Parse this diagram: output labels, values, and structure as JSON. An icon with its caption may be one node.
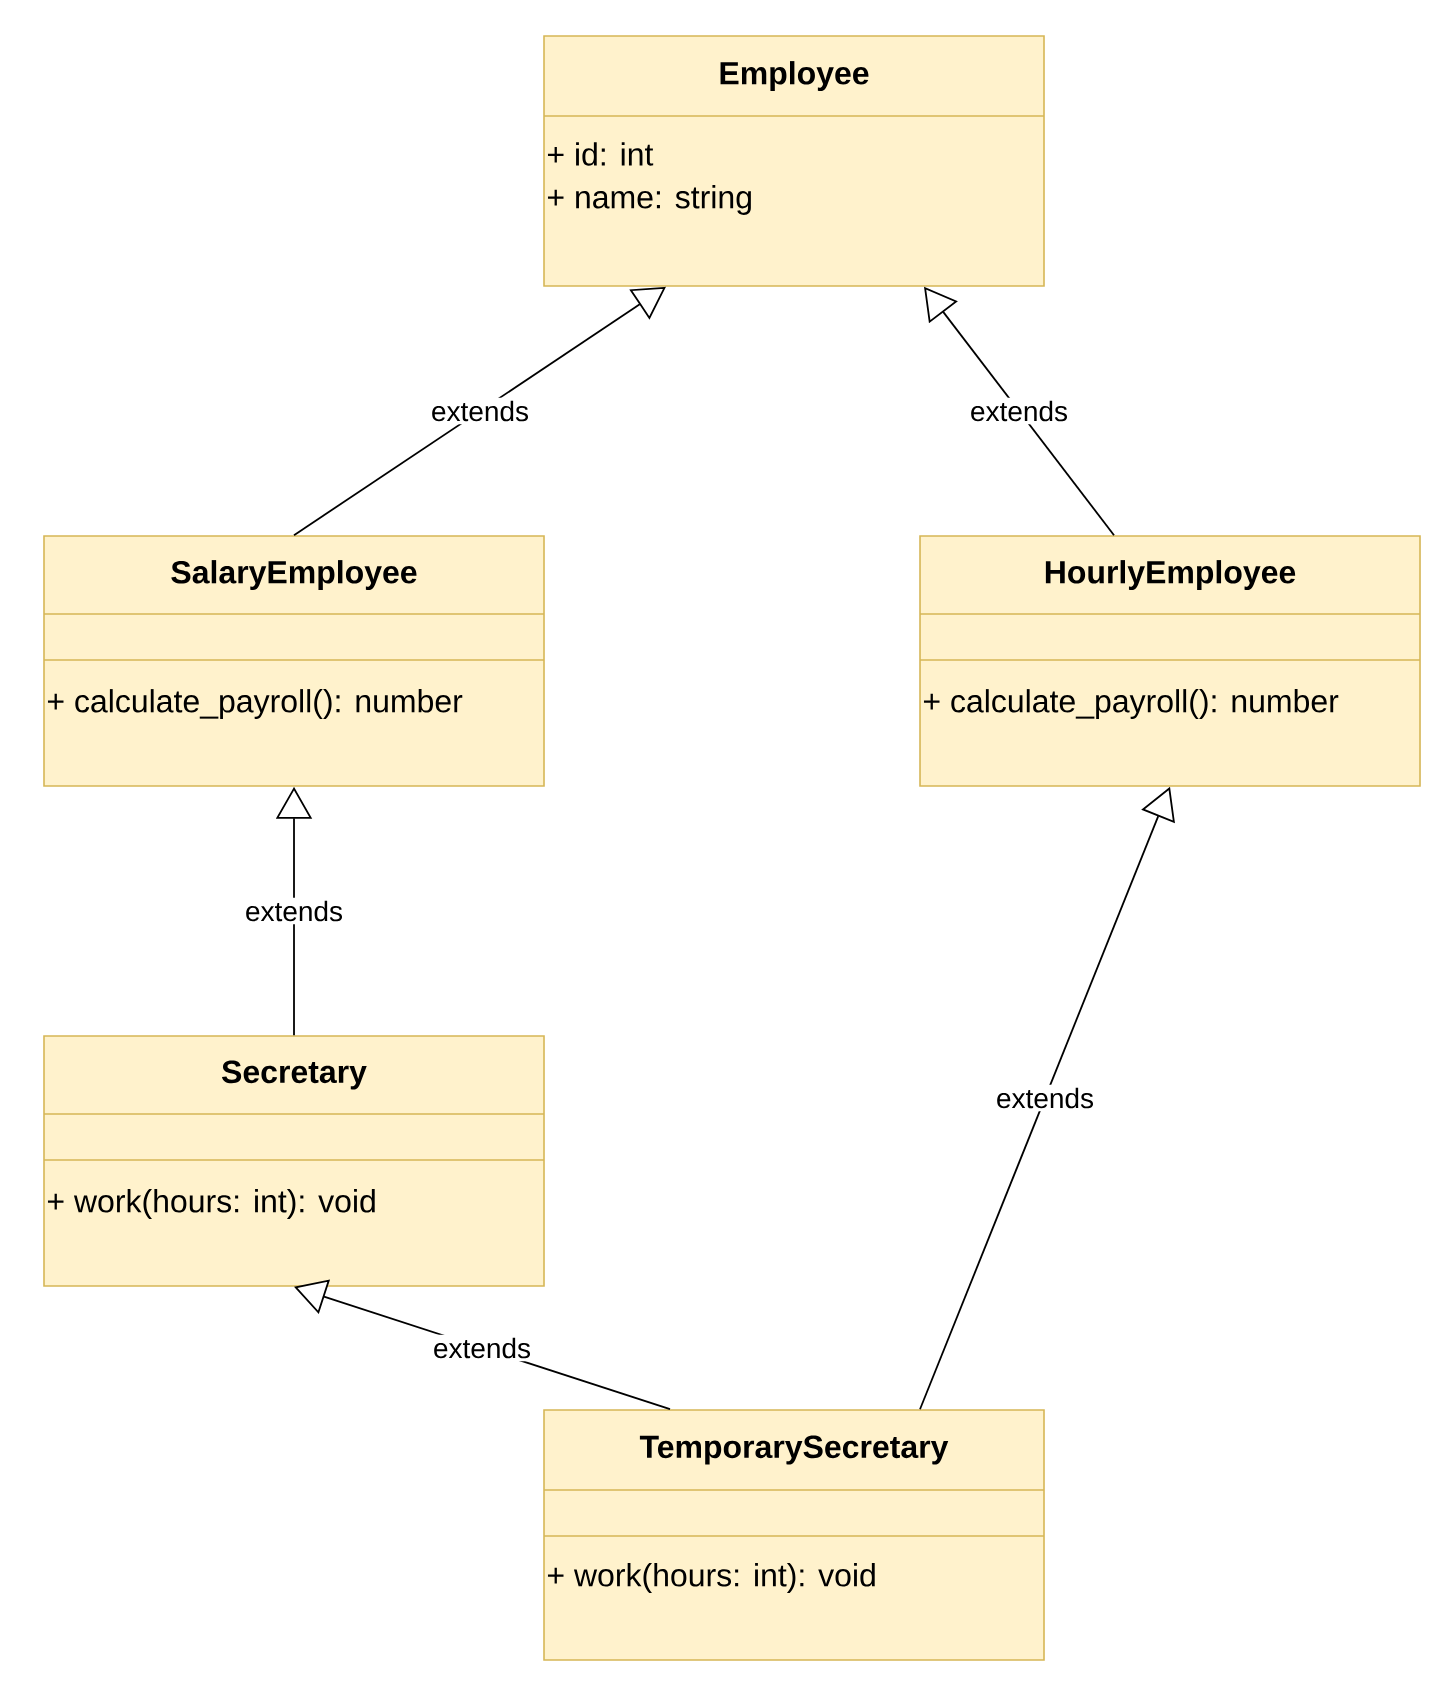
{
  "diagram": {
    "nodes": [
      {
        "text": [
          "Employee",
          "+ id: int",
          "+ name: string"
        ]
      },
      {
        "text": [
          "SalaryEmployee",
          "+ calculate_payroll(): number"
        ]
      },
      {
        "text": [
          "HourlyEmployee",
          "+ calculate_payroll(): number"
        ]
      },
      {
        "text": [
          "Secretary",
          "+ work(hours: int): void"
        ]
      },
      {
        "text": [
          "TemporarySecretary",
          "+ work(hours: int): void"
        ]
      }
    ],
    "edges": [
      {
        "from": 1,
        "to": 0,
        "arrow": "to",
        "label": "extends"
      },
      {
        "from": 2,
        "to": 0,
        "arrow": "to",
        "label": "extends"
      },
      {
        "from": 3,
        "to": 1,
        "arrow": "to",
        "label": "extends"
      },
      {
        "from": 4,
        "to": 2,
        "arrow": "to",
        "label": "extends"
      },
      {
        "from": 4,
        "to": 3,
        "arrow": "to",
        "label": "extends"
      }
    ]
  }
}
